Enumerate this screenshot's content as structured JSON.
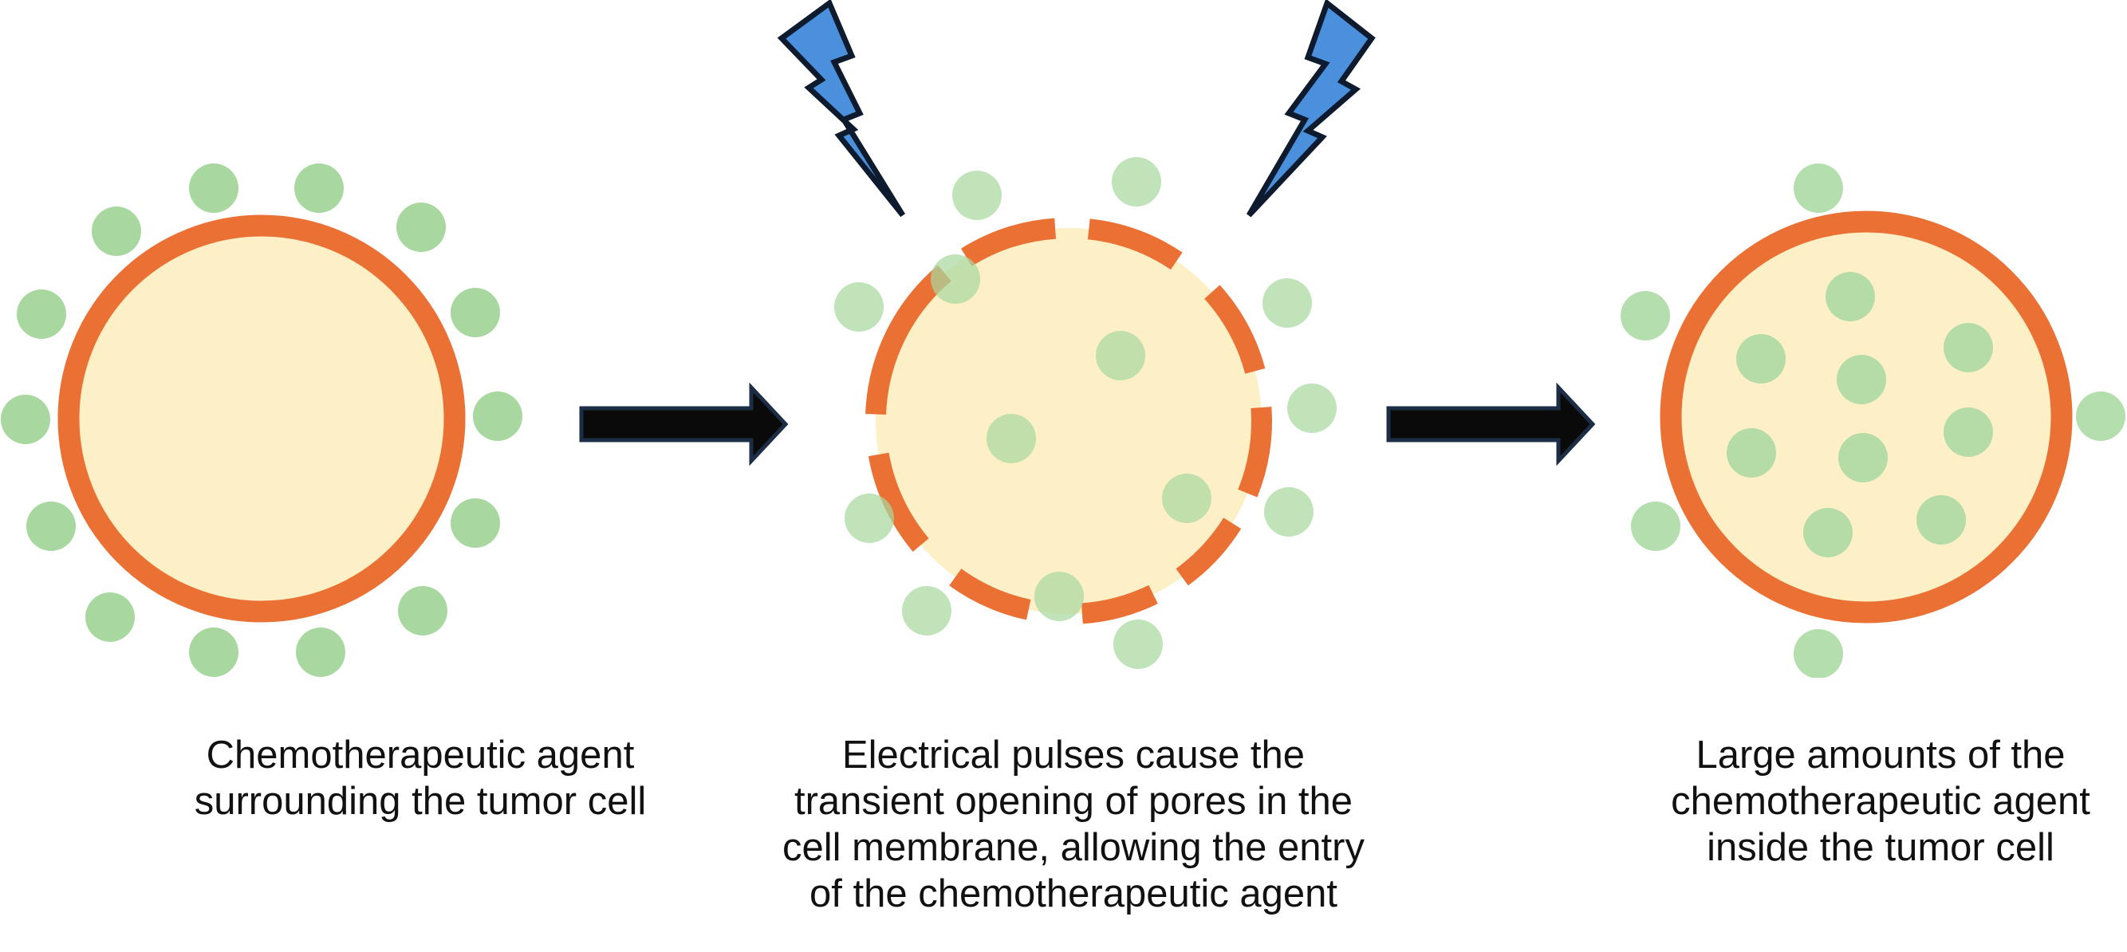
{
  "colors": {
    "membrane": "#EB7033",
    "cytoplasm": "#FDEFC6",
    "agent": "#A8D8A0",
    "lightning_fill": "#4A90DC",
    "lightning_stroke": "#0E1B2E",
    "arrow_fill": "#0A0A0A",
    "arrow_stroke": "#1B2E45"
  },
  "stages": [
    {
      "membrane_state": "intact",
      "caption_lines": [
        "Chemotherapeutic agent",
        "surrounding the tumor cell"
      ]
    },
    {
      "membrane_state": "porous",
      "pulse_icons": [
        "lightning-bolt-icon",
        "lightning-bolt-icon"
      ],
      "caption_lines": [
        "Electrical pulses cause the",
        "transient opening of pores in the",
        "cell membrane, allowing the entry",
        "of the chemotherapeutic agent"
      ]
    },
    {
      "membrane_state": "intact",
      "caption_lines": [
        "Large amounts of the",
        "chemotherapeutic agent",
        "inside the tumor cell"
      ]
    }
  ],
  "transitions": [
    "right-arrow-icon",
    "right-arrow-icon"
  ]
}
